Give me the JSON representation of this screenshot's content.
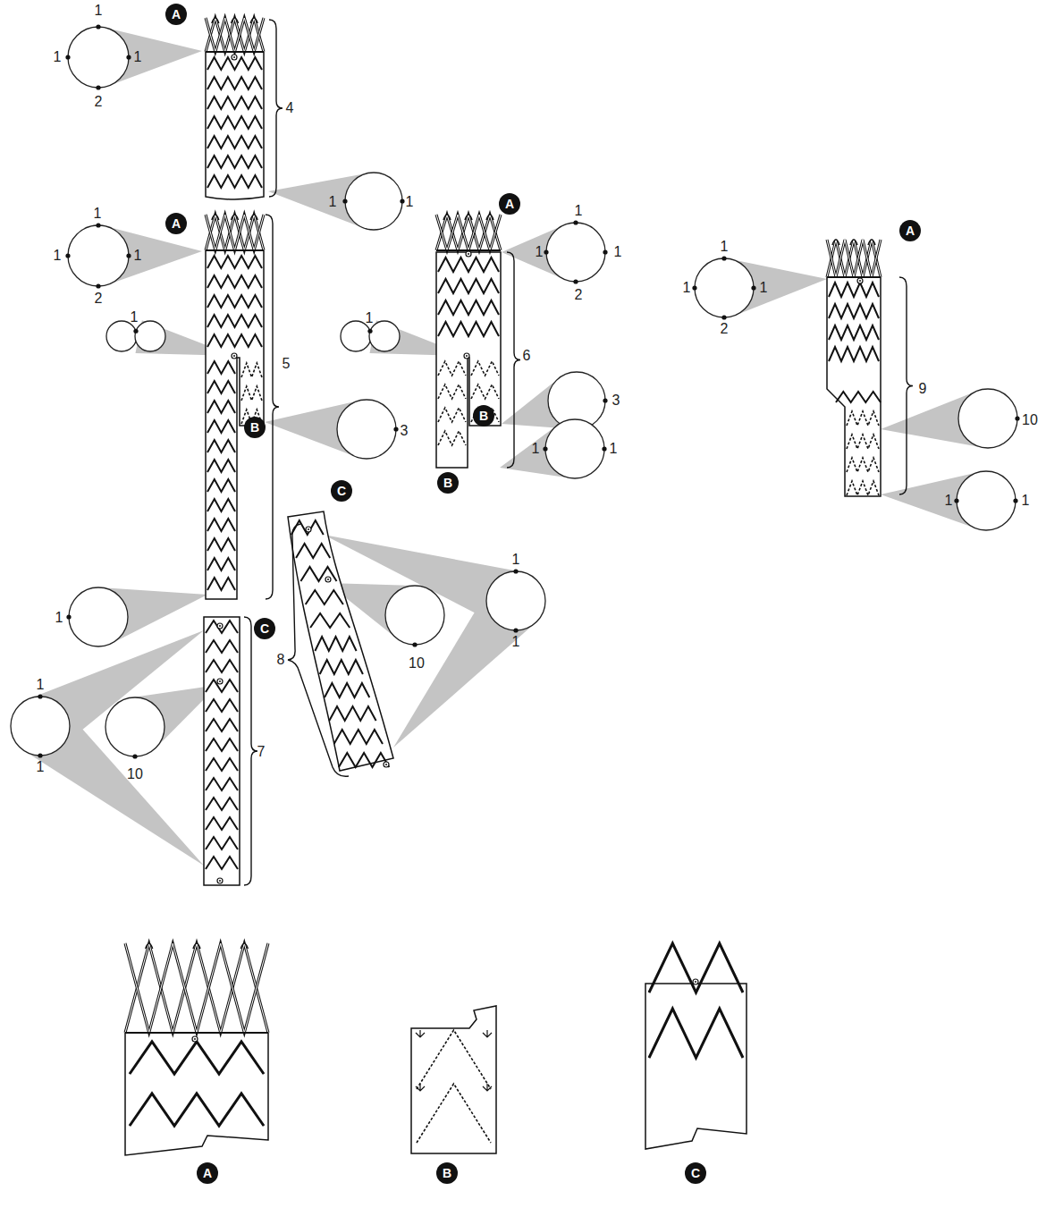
{
  "diagram": {
    "labels": [
      "A",
      "1",
      "1",
      "1",
      "2",
      "4",
      "1",
      "1",
      "A",
      "1",
      "1",
      "1",
      "2",
      "1",
      "5",
      "B",
      "3",
      "1",
      "A",
      "1",
      "1",
      "1",
      "2",
      "1",
      "6",
      "3",
      "B",
      "1",
      "1",
      "B",
      "A",
      "1",
      "1",
      "1",
      "2",
      "9",
      "10",
      "1",
      "1",
      "C",
      "1",
      "1",
      "10",
      "8",
      "C",
      "1",
      "1",
      "10",
      "7",
      "A",
      "B",
      "C"
    ]
  }
}
